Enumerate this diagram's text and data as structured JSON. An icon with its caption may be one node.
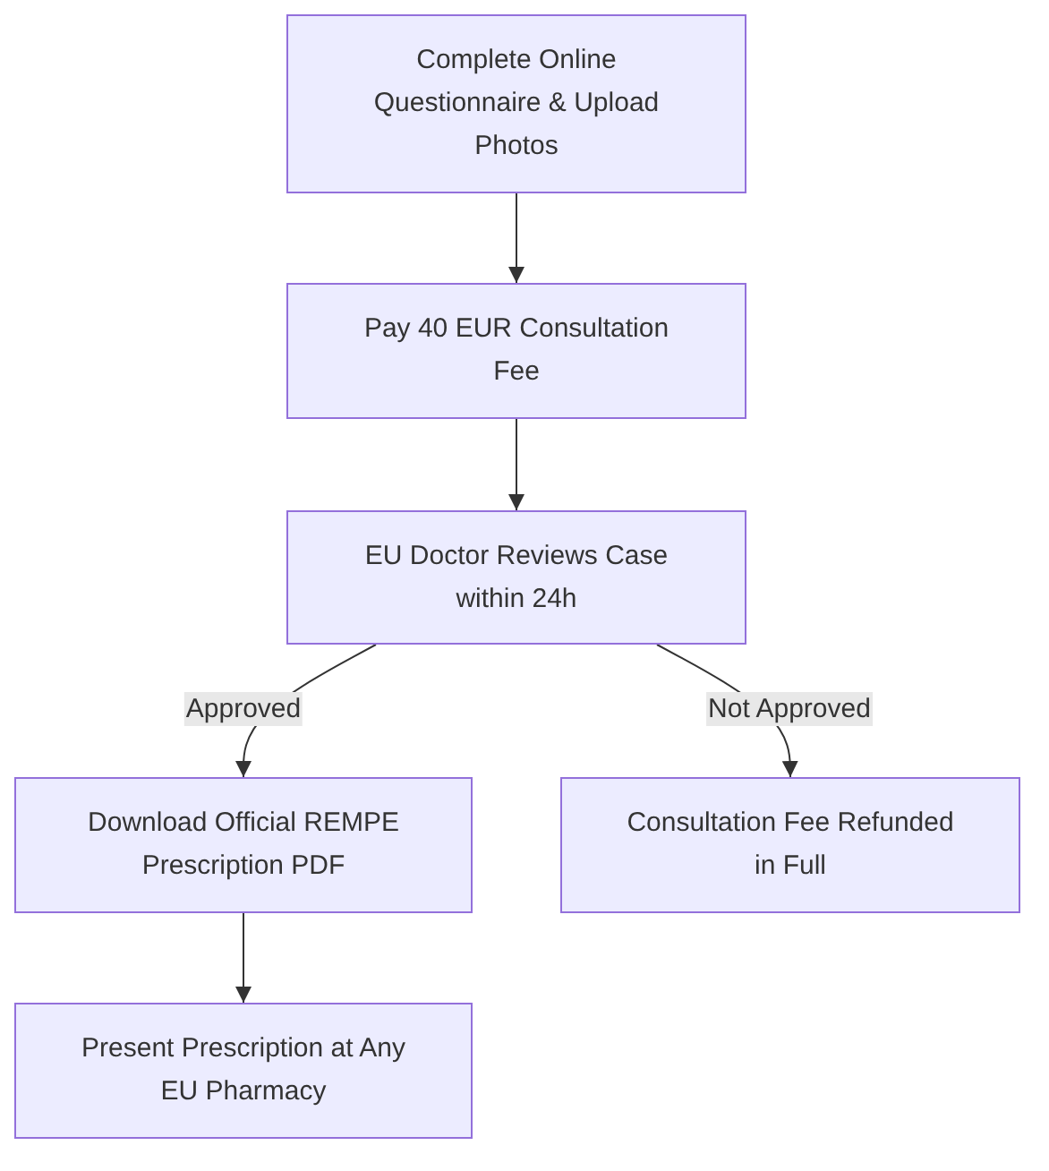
{
  "diagram": {
    "nodes": [
      {
        "text": [
          "Complete Online Questionnaire & Upload Photos"
        ]
      },
      {
        "text": [
          "Pay 40 EUR Consultation Fee"
        ]
      },
      {
        "text": [
          "EU Doctor Reviews Case within 24h"
        ]
      },
      {
        "text": [
          "Download Official REMPE Prescription PDF"
        ]
      },
      {
        "text": [
          "Consultation Fee Refunded in Full"
        ]
      },
      {
        "text": [
          "Present Prescription at Any EU Pharmacy"
        ]
      }
    ],
    "edges": [
      {
        "from": 0,
        "to": 1,
        "arrow": "to"
      },
      {
        "from": 1,
        "to": 2,
        "arrow": "to"
      },
      {
        "from": 2,
        "to": 3,
        "arrow": "to",
        "label": "Approved"
      },
      {
        "from": 2,
        "to": 4,
        "arrow": "to",
        "label": "Not Approved"
      },
      {
        "from": 3,
        "to": 5,
        "arrow": "to"
      }
    ]
  }
}
